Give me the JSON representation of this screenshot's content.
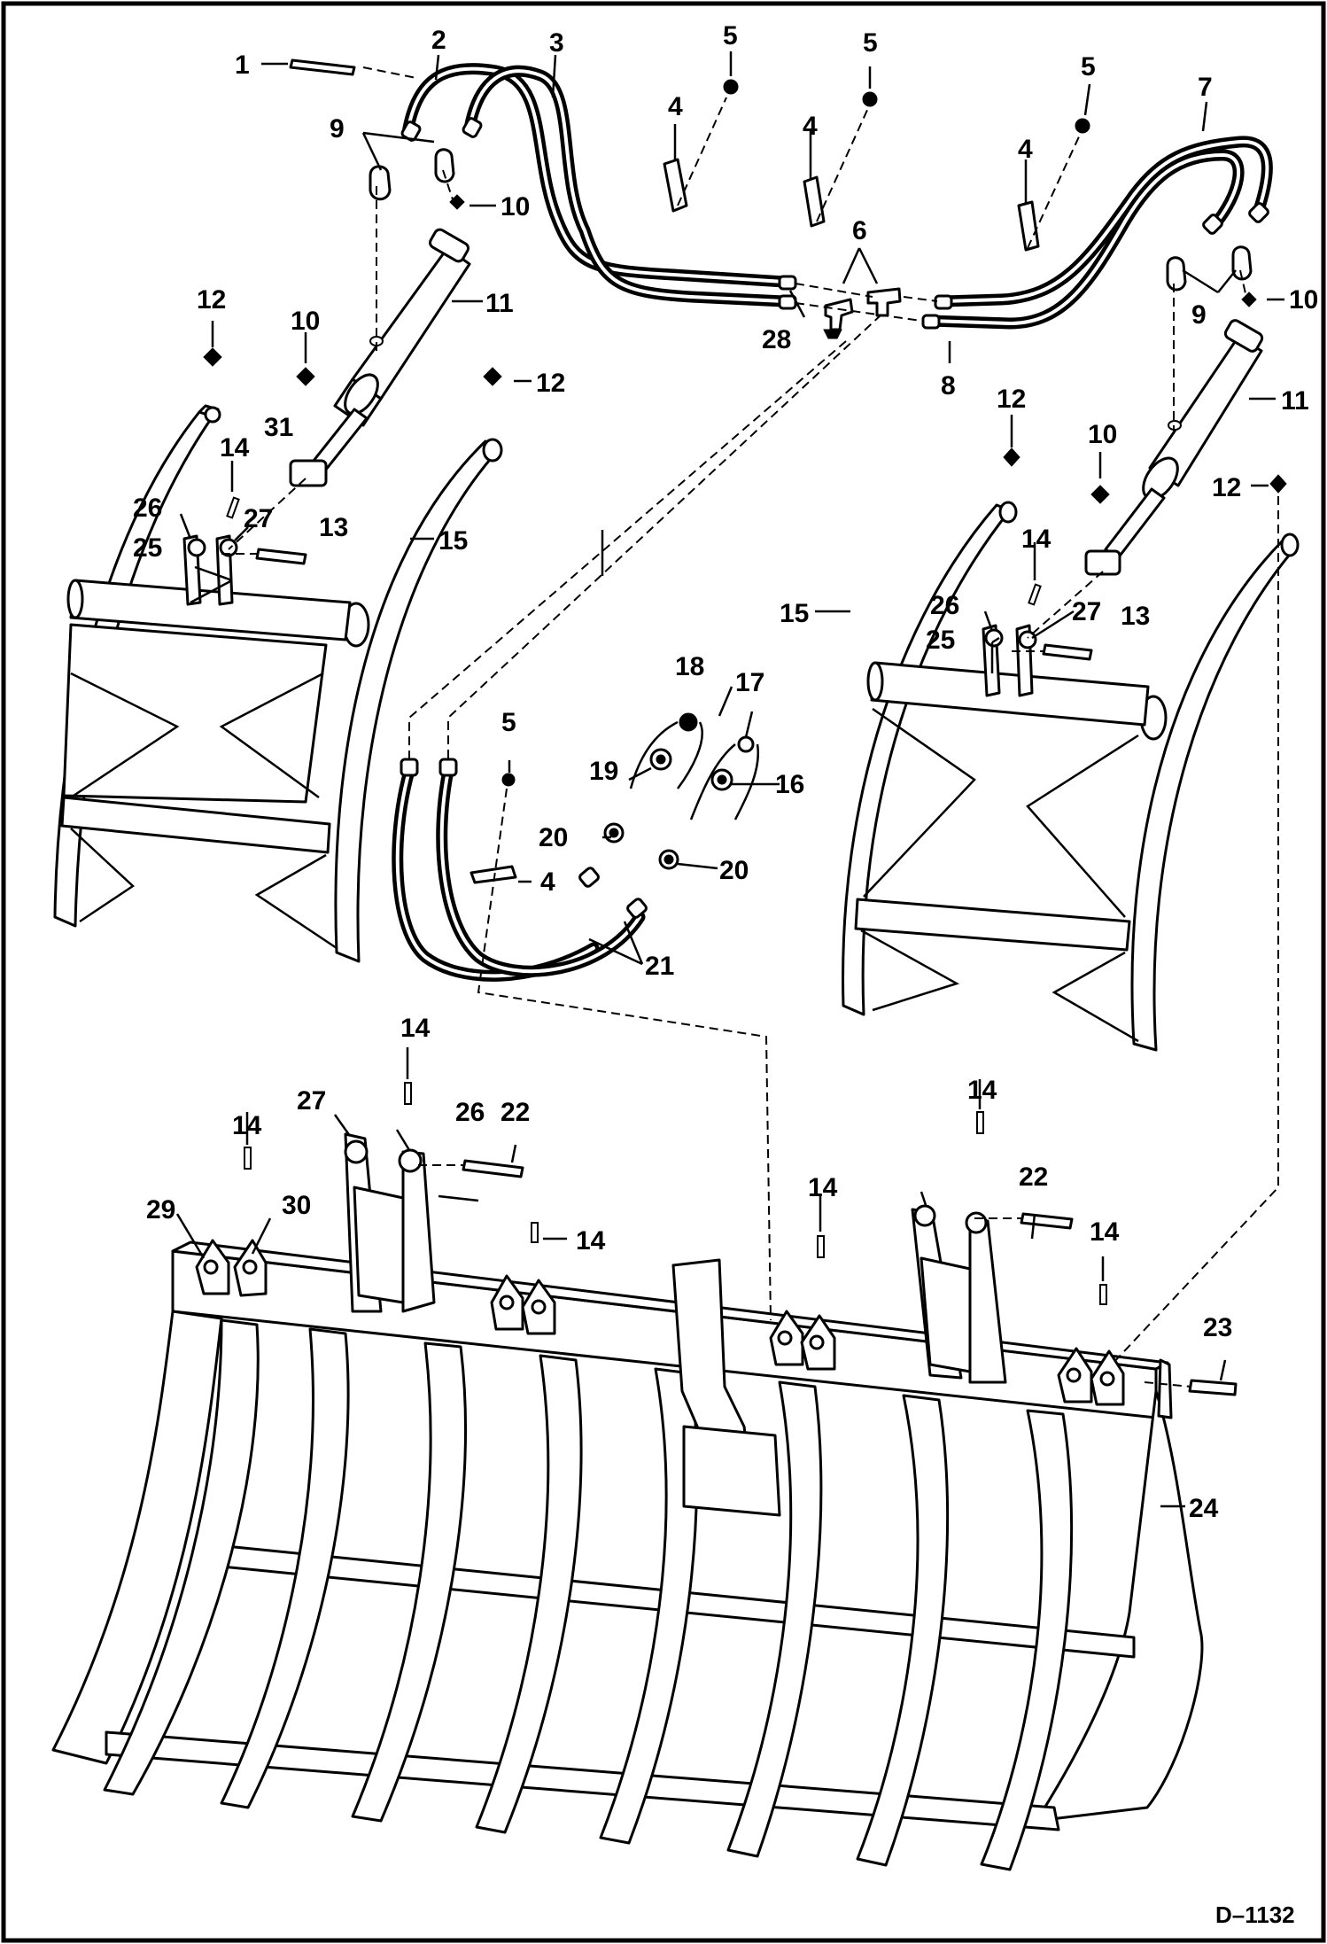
{
  "diagram": {
    "reference_code": "D–1132",
    "callouts": [
      {
        "id": "c1",
        "text": "1"
      },
      {
        "id": "c2",
        "text": "2"
      },
      {
        "id": "c3",
        "text": "3"
      },
      {
        "id": "c4a",
        "text": "4"
      },
      {
        "id": "c4b",
        "text": "4"
      },
      {
        "id": "c4c",
        "text": "4"
      },
      {
        "id": "c4d",
        "text": "4"
      },
      {
        "id": "c5a",
        "text": "5"
      },
      {
        "id": "c5b",
        "text": "5"
      },
      {
        "id": "c5c",
        "text": "5"
      },
      {
        "id": "c5d",
        "text": "5"
      },
      {
        "id": "c6",
        "text": "6"
      },
      {
        "id": "c7",
        "text": "7"
      },
      {
        "id": "c8",
        "text": "8"
      },
      {
        "id": "c9a",
        "text": "9"
      },
      {
        "id": "c9b",
        "text": "9"
      },
      {
        "id": "c10a",
        "text": "10"
      },
      {
        "id": "c10b",
        "text": "10"
      },
      {
        "id": "c10c",
        "text": "10"
      },
      {
        "id": "c10d",
        "text": "10"
      },
      {
        "id": "c11a",
        "text": "11"
      },
      {
        "id": "c11b",
        "text": "11"
      },
      {
        "id": "c12a",
        "text": "12"
      },
      {
        "id": "c12b",
        "text": "12"
      },
      {
        "id": "c12c",
        "text": "12"
      },
      {
        "id": "c12d",
        "text": "12"
      },
      {
        "id": "c13a",
        "text": "13"
      },
      {
        "id": "c13b",
        "text": "13"
      },
      {
        "id": "c14a",
        "text": "14"
      },
      {
        "id": "c14b",
        "text": "14"
      },
      {
        "id": "c14c",
        "text": "14"
      },
      {
        "id": "c14d",
        "text": "14"
      },
      {
        "id": "c14e",
        "text": "14"
      },
      {
        "id": "c14f",
        "text": "14"
      },
      {
        "id": "c14g",
        "text": "14"
      },
      {
        "id": "c14h",
        "text": "14"
      },
      {
        "id": "c15a",
        "text": "15"
      },
      {
        "id": "c15b",
        "text": "15"
      },
      {
        "id": "c16",
        "text": "16"
      },
      {
        "id": "c17",
        "text": "17"
      },
      {
        "id": "c18",
        "text": "18"
      },
      {
        "id": "c19",
        "text": "19"
      },
      {
        "id": "c20a",
        "text": "20"
      },
      {
        "id": "c20b",
        "text": "20"
      },
      {
        "id": "c21",
        "text": "21"
      },
      {
        "id": "c22a",
        "text": "22"
      },
      {
        "id": "c22b",
        "text": "22"
      },
      {
        "id": "c23",
        "text": "23"
      },
      {
        "id": "c24",
        "text": "24"
      },
      {
        "id": "c25a",
        "text": "25"
      },
      {
        "id": "c25b",
        "text": "25"
      },
      {
        "id": "c26a",
        "text": "26"
      },
      {
        "id": "c26b",
        "text": "26"
      },
      {
        "id": "c26c",
        "text": "26"
      },
      {
        "id": "c27a",
        "text": "27"
      },
      {
        "id": "c27b",
        "text": "27"
      },
      {
        "id": "c27c",
        "text": "27"
      },
      {
        "id": "c28",
        "text": "28"
      },
      {
        "id": "c29",
        "text": "29"
      },
      {
        "id": "c30",
        "text": "30"
      },
      {
        "id": "c31",
        "text": "31"
      }
    ]
  }
}
